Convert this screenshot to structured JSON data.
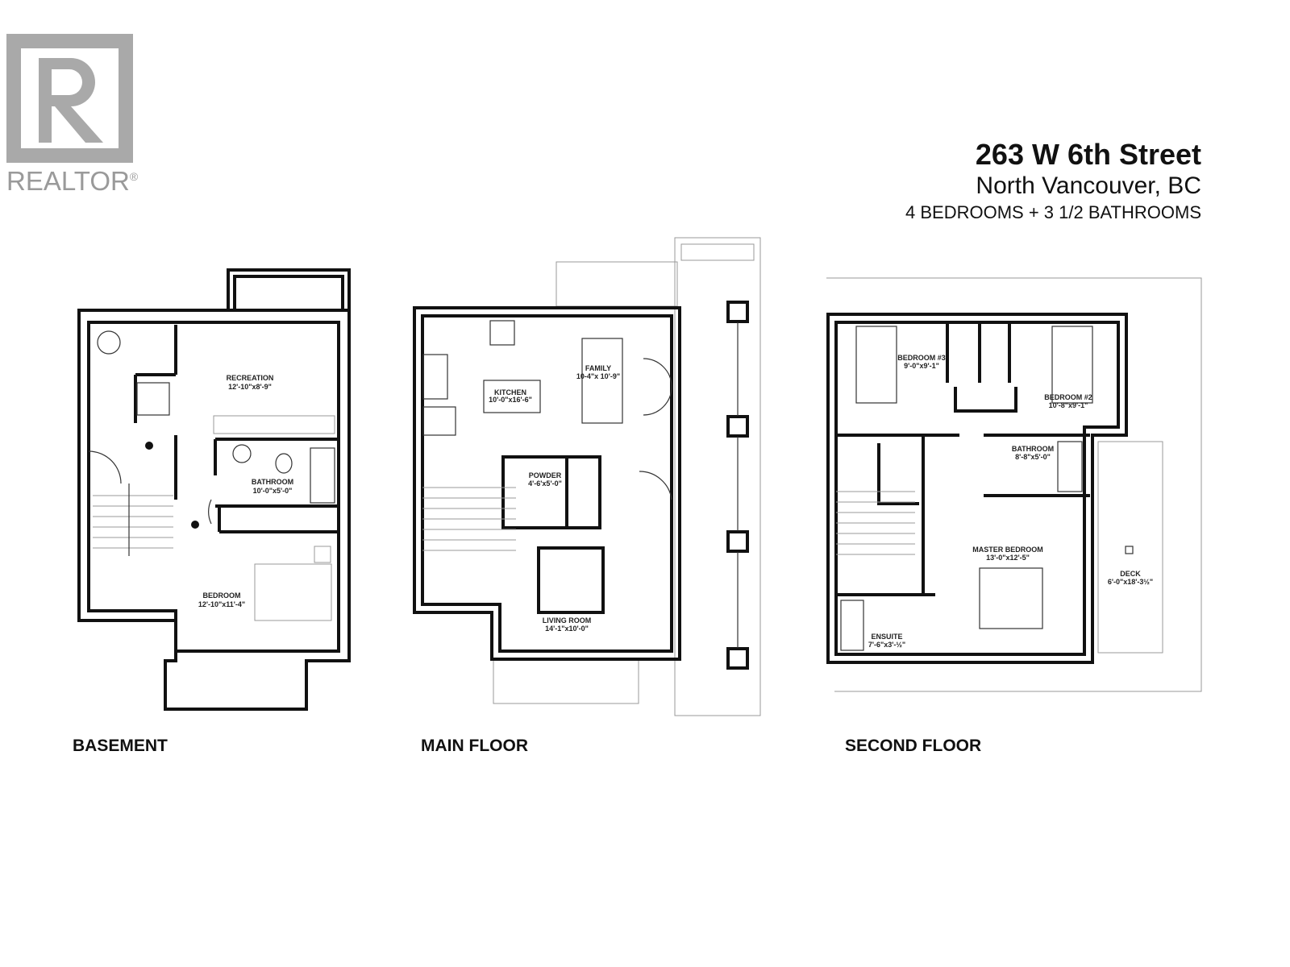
{
  "logo": {
    "text": "REALTOR",
    "mark": "®",
    "color": "#a9a9a9"
  },
  "header": {
    "address": "263 W 6th Street",
    "city": "North Vancouver, BC",
    "summary": "4 BEDROOMS + 3 1/2 BATHROOMS"
  },
  "floors": [
    {
      "label": "BASEMENT",
      "rooms": [
        {
          "name": "RECREATION",
          "size": "12'-10\"x8'-9\""
        },
        {
          "name": "BATHROOM",
          "size": "10'-0\"x5'-0\""
        },
        {
          "name": "BEDROOM",
          "size": "12'-10\"x11'-4\""
        }
      ]
    },
    {
      "label": "MAIN FLOOR",
      "rooms": [
        {
          "name": "FAMILY",
          "size": "10-4\"x 10'-9\""
        },
        {
          "name": "KITCHEN",
          "size": "10'-0\"x16'-6\""
        },
        {
          "name": "POWDER",
          "size": "4'-6'x5'-0\""
        },
        {
          "name": "LIVING ROOM",
          "size": "14'-1\"x10'-0\""
        }
      ]
    },
    {
      "label": "SECOND FLOOR",
      "rooms": [
        {
          "name": "BEDROOM #3",
          "size": "9'-0\"x9'-1\""
        },
        {
          "name": "BEDROOM #2",
          "size": "10'-8\"x9'-1\""
        },
        {
          "name": "BATHROOM",
          "size": "8'-8\"x5'-0\""
        },
        {
          "name": "MASTER BEDROOM",
          "size": "13'-0\"x12'-5\""
        },
        {
          "name": "DECK",
          "size": "6'-0\"x18'-3½\""
        },
        {
          "name": "ENSUITE",
          "size": "7'-6\"x3'-½\""
        }
      ]
    }
  ]
}
